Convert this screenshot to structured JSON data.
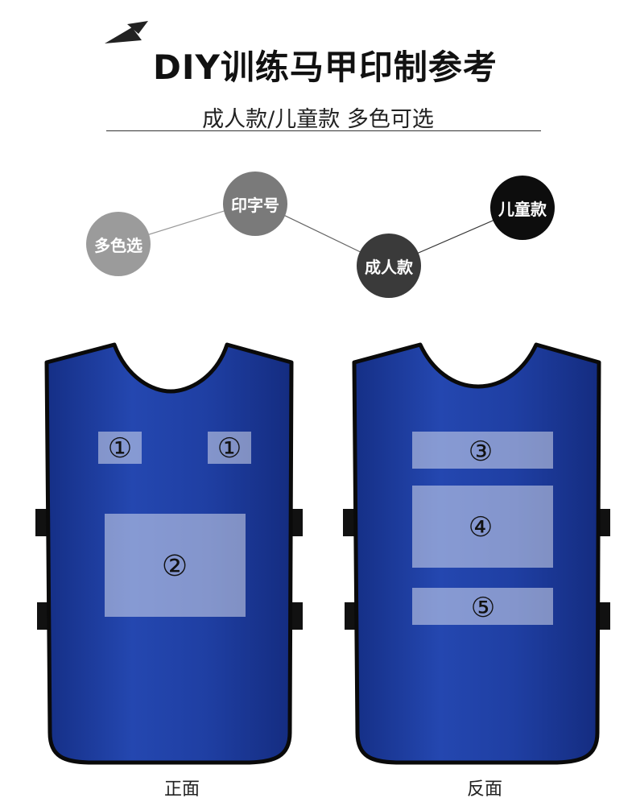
{
  "header": {
    "title": "DIY训练马甲印制参考",
    "subtitle": "成人款/儿童款 多色可选"
  },
  "bubbles": [
    {
      "id": "color",
      "label": "多色选",
      "color": "#9b9b9b"
    },
    {
      "id": "number",
      "label": "印字号",
      "color": "#7a7a7a"
    },
    {
      "id": "adult",
      "label": "成人款",
      "color": "#3a3a3a"
    },
    {
      "id": "child",
      "label": "儿童款",
      "color": "#0d0d0d"
    }
  ],
  "vest": {
    "color": "#1f3fa3",
    "front": {
      "caption": "正面",
      "zones": [
        "①",
        "①",
        "②"
      ]
    },
    "back": {
      "caption": "反面",
      "zones": [
        "③",
        "④",
        "⑤"
      ]
    }
  }
}
